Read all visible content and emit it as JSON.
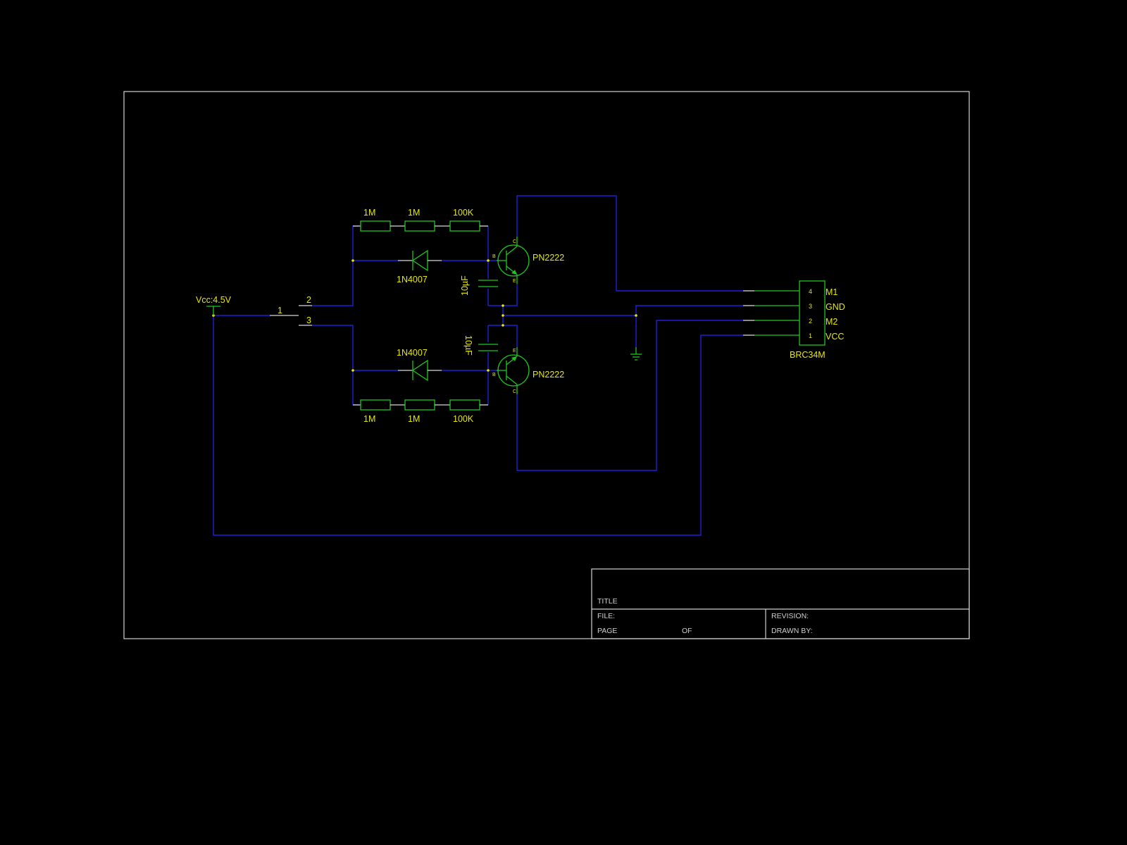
{
  "supply": {
    "label": "Vcc:4.5V"
  },
  "switch": {
    "pin1": "1",
    "pin2": "2",
    "pin3": "3"
  },
  "upper": {
    "r1": "1M",
    "r2": "1M",
    "r3": "100K",
    "diode": "1N4007",
    "cap": "10µF",
    "transistor": "PN2222"
  },
  "lower": {
    "r1": "1M",
    "r2": "1M",
    "r3": "100K",
    "diode": "1N4007",
    "cap": "10µF",
    "transistor": "PN2222"
  },
  "transistor_pins": {
    "b": "B",
    "c": "C",
    "e": "E"
  },
  "connector": {
    "name": "BRC34M",
    "pins": [
      {
        "num": "4",
        "label": "M1"
      },
      {
        "num": "3",
        "label": "GND"
      },
      {
        "num": "2",
        "label": "M2"
      },
      {
        "num": "1",
        "label": "VCC"
      }
    ]
  },
  "title_block": {
    "title": "TITLE",
    "file": "FILE:",
    "page": "PAGE",
    "of": "OF",
    "revision": "REVISION:",
    "drawn_by": "DRAWN BY:"
  },
  "colors": {
    "wire": "#1f1fd8",
    "part": "#1fc61f",
    "label": "#e8e800",
    "frame": "#d0d0d0",
    "background": "#000000"
  }
}
